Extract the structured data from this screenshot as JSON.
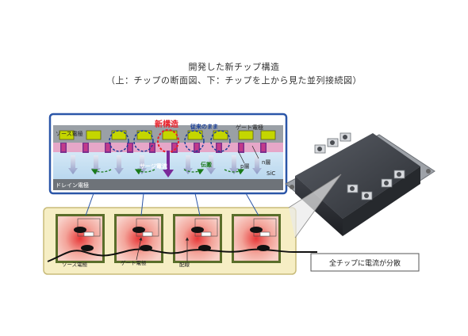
{
  "title_line1": "開発した新チップ構造",
  "title_line2": "（上：チップの断面図、下：チップを上から見た並列接続図）",
  "cross_section": {
    "source_electrode": "ソース電極",
    "new_structure": "新構造",
    "conventional": "従来のまま",
    "gate_electrode": "ゲート電極",
    "surge_current": "サージ電流",
    "propagation": "伝搬",
    "p_layer": "p層",
    "n_layer": "n層",
    "sic": "SiC",
    "drain_electrode": "ドレイン電極"
  },
  "top_view": {
    "source_electrode": "ソース電極",
    "gate_electrode": "ゲート電極",
    "wiring": "配線"
  },
  "module_caption": "全チップに電流が分散",
  "colors": {
    "new_structure": "#e8202a",
    "conventional": "#1a3f99",
    "propagation": "#1a7a1a",
    "surge": "#7a2a9a",
    "frame_blue": "#2b56a8"
  }
}
